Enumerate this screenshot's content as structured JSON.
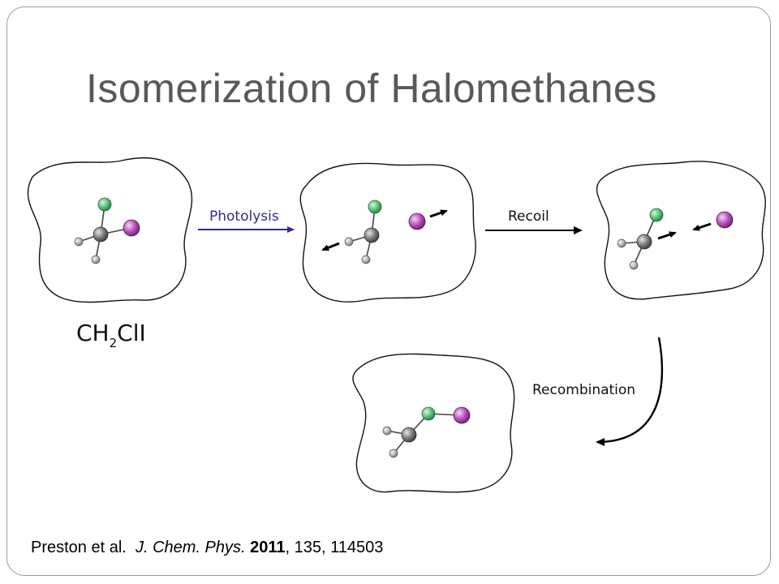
{
  "title": "Isomerization of Halomethanes",
  "diagram": {
    "molecule_label_main": "CH",
    "molecule_label_sub": "2",
    "molecule_label_tail": "ClI",
    "step1_label": "Photolysis",
    "step2_label": "Recoil",
    "step3_label": "Recombination"
  },
  "citation": {
    "authors": "Preston et al.",
    "journal": "J. Chem. Phys.",
    "year": "2011",
    "rest": ", 135, 114503"
  },
  "colors": {
    "title": "#595959",
    "photolysis": "#2b2f8f",
    "chlorine": "#3fae5f",
    "iodine": "#a33aa8",
    "carbon": "#6e6e6e",
    "hydrogen": "#9b9b9b"
  }
}
